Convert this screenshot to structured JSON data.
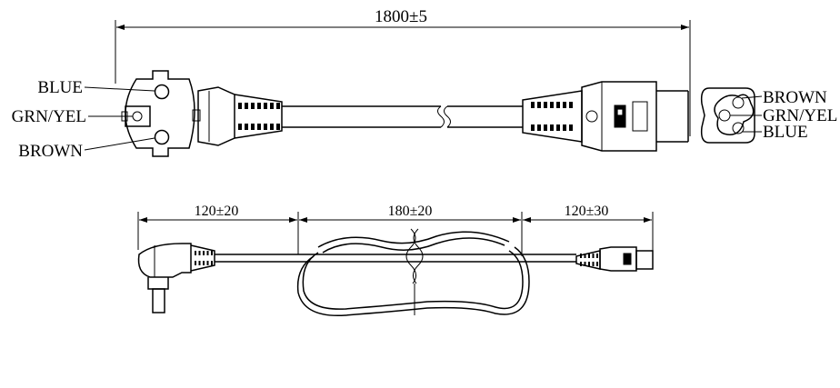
{
  "dimensions": {
    "total_length": "1800±5",
    "plug_end_length": "120±20",
    "middle_length": "180±20",
    "connector_end_length": "120±30"
  },
  "plug_pins": {
    "top": "BLUE",
    "middle": "GRN/YEL",
    "bottom": "BROWN"
  },
  "connector_pins": {
    "top": "BROWN",
    "middle": "GRN/YEL",
    "bottom": "BLUE"
  }
}
